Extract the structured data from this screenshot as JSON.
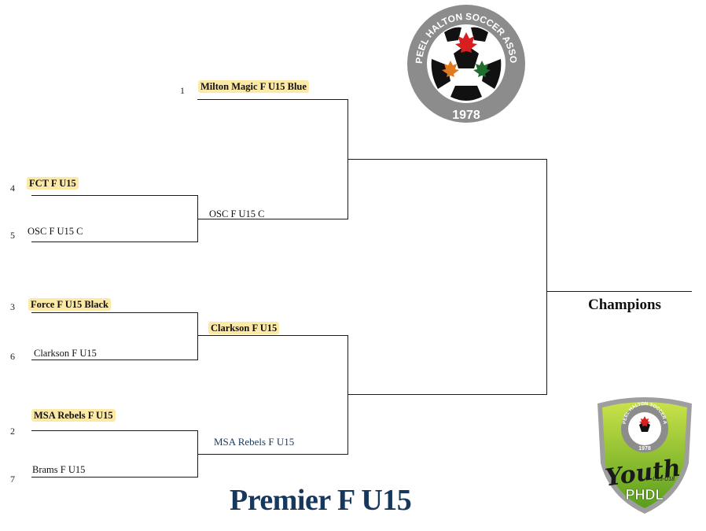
{
  "logo_top": {
    "ring_text": "PEEL HALTON SOCCER ASSOCIATION",
    "year": "1978"
  },
  "logo_bottom": {
    "ring_text": "PEEL HALTON SOCCER ASSOCIATION",
    "year": "1978",
    "word": "Youth",
    "sub": "U13-U18",
    "brand": "PHDL"
  },
  "round1": [
    {
      "seed": "4",
      "team": "FCT F U15",
      "highlight": true
    },
    {
      "seed": "5",
      "team": "OSC  F U15 C",
      "highlight": false
    },
    {
      "seed": "3",
      "team": "Force  F U15 Black",
      "highlight": true
    },
    {
      "seed": "6",
      "team": "Clarkson F U15",
      "highlight": false
    },
    {
      "seed": "2",
      "team": "MSA Rebels F U15",
      "highlight": true
    },
    {
      "seed": "7",
      "team": "Brams F U15",
      "highlight": false
    }
  ],
  "bye": {
    "seed": "1",
    "team": "Milton Magic F U15 Blue",
    "highlight": true
  },
  "round2": [
    {
      "team": "OSC F U15 C",
      "highlight": false
    },
    {
      "team": "Clarkson F U15",
      "highlight": true
    },
    {
      "team": "MSA Rebels F U15",
      "highlight": false
    }
  ],
  "final_label": "Champions",
  "title": "Premier F U15",
  "colors": {
    "highlight": "#fde9a6",
    "title": "#17385c",
    "line": "#1a1a1a"
  }
}
